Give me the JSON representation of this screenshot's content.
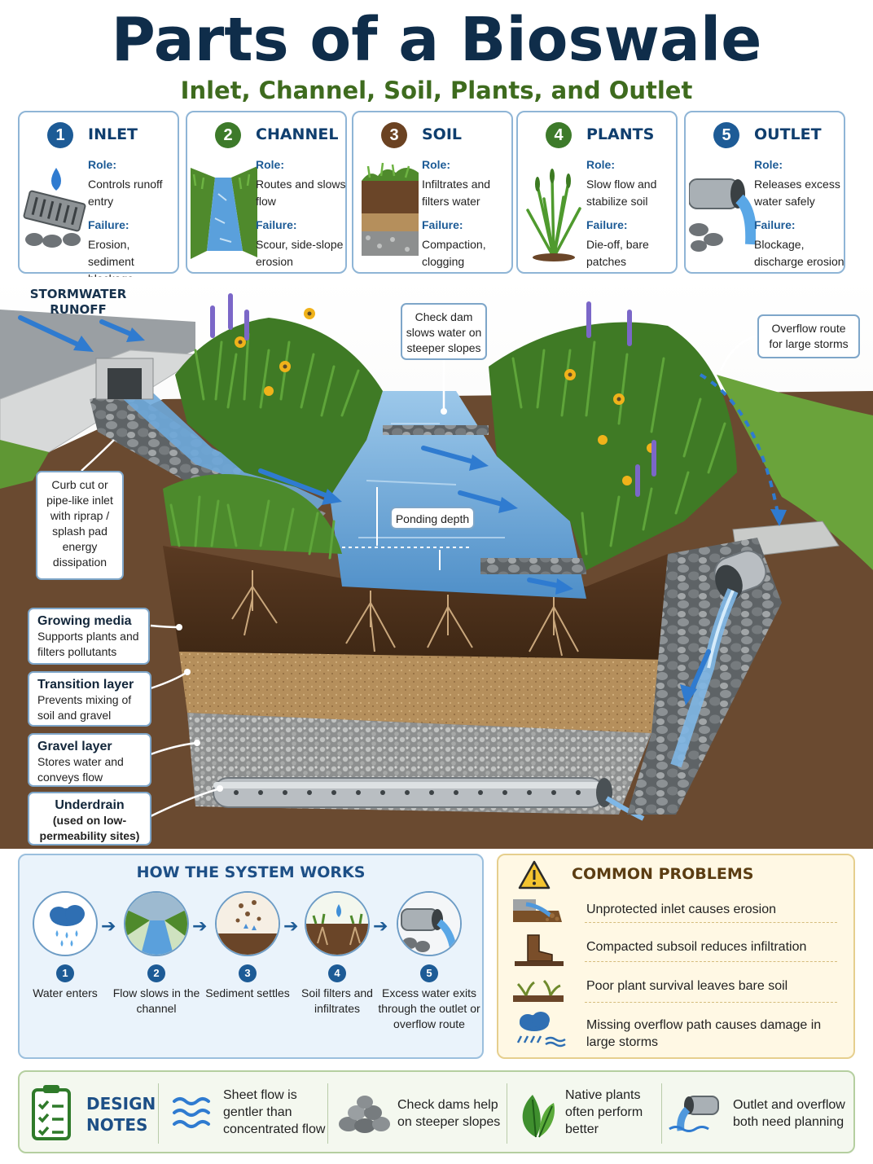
{
  "title": "Parts of a Bioswale",
  "subtitle": "Inlet, Channel, Soil, Plants, and Outlet",
  "cards": [
    {
      "num": "1",
      "name": "INLET",
      "role_label": "Role:",
      "role": "Controls runoff entry",
      "failure_label": "Failure:",
      "failure": "Erosion, sediment blockage",
      "color": "#1d5b96",
      "icon": "drop-and-grate-icon"
    },
    {
      "num": "2",
      "name": "CHANNEL",
      "role_label": "Role:",
      "role": "Routes and slows flow",
      "failure_label": "Failure:",
      "failure": "Scour, side-slope erosion",
      "color": "#3d7a2a",
      "icon": "channel-icon"
    },
    {
      "num": "3",
      "name": "SOIL",
      "role_label": "Role:",
      "role": "Infiltrates and filters water",
      "failure_label": "Failure:",
      "failure": "Compaction, clogging",
      "color": "#6b4222",
      "icon": "soil-block-icon"
    },
    {
      "num": "4",
      "name": "PLANTS",
      "role_label": "Role:",
      "role": "Slow flow and stabilize soil",
      "failure_label": "Failure:",
      "failure": "Die-off, bare patches",
      "color": "#3d7a2a",
      "icon": "grass-icon"
    },
    {
      "num": "5",
      "name": "OUTLET",
      "role_label": "Role:",
      "role": "Releases excess water safely",
      "failure_label": "Failure:",
      "failure": "Blockage, discharge erosion",
      "color": "#1d5b96",
      "icon": "pipe-outlet-icon"
    }
  ],
  "scene": {
    "stormwater": "STORMWATER RUNOFF",
    "check_dam": "Check dam slows water on steeper slopes",
    "overflow": "Overflow route for large storms",
    "inlet_callout": "Curb cut or pipe-like inlet with riprap / splash pad energy dissipation",
    "ponding": "Ponding depth",
    "layers": [
      {
        "title": "Growing media",
        "desc": "Supports plants and filters pollutants"
      },
      {
        "title": "Transition layer",
        "desc": "Prevents mixing of soil and gravel"
      },
      {
        "title": "Gravel layer",
        "desc": "Stores water and conveys flow"
      },
      {
        "title": "Underdrain",
        "desc": "(used on low-permeability sites)"
      }
    ]
  },
  "how": {
    "title": "HOW THE SYSTEM WORKS",
    "steps": [
      {
        "num": "1",
        "text": "Water enters",
        "icon": "rain-cloud-icon"
      },
      {
        "num": "2",
        "text": "Flow slows in the channel",
        "icon": "channel-flow-icon"
      },
      {
        "num": "3",
        "text": "Sediment settles",
        "icon": "sediment-icon"
      },
      {
        "num": "4",
        "text": "Soil filters and infiltrates",
        "icon": "soil-filter-icon"
      },
      {
        "num": "5",
        "text": "Excess water exits through the outlet or overflow route",
        "icon": "outlet-pipe-icon"
      }
    ]
  },
  "problems": {
    "title": "COMMON PROBLEMS",
    "items": [
      {
        "text": "Unprotected inlet causes erosion",
        "icon": "eroded-inlet-icon"
      },
      {
        "text": "Compacted subsoil reduces infiltration",
        "icon": "boot-icon"
      },
      {
        "text": "Poor plant survival leaves bare soil",
        "icon": "dying-plant-icon"
      },
      {
        "text": "Missing overflow path causes damage in large storms",
        "icon": "storm-cloud-icon"
      }
    ]
  },
  "design_notes": {
    "title": "DESIGN NOTES",
    "items": [
      {
        "text": "Sheet flow is gentler than concentrated flow",
        "icon": "waves-icon"
      },
      {
        "text": "Check dams help on steeper slopes",
        "icon": "stones-icon"
      },
      {
        "text": "Native plants often perform better",
        "icon": "leaf-icon"
      },
      {
        "text": "Outlet and overflow both need planning",
        "icon": "outflow-icon"
      }
    ]
  }
}
